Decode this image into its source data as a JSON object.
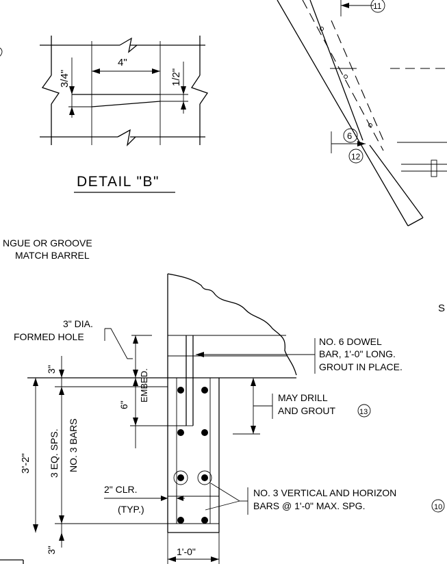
{
  "detail_b": {
    "title": "DETAIL \"B\"",
    "dim_top": "4\"",
    "dim_left": "3/4\"",
    "dim_right": "1/2\""
  },
  "notes": {
    "tongue_line1": "NGUE OR GROOVE",
    "tongue_line2": "MATCH BARREL",
    "formed_hole_line1": "3\" DIA.",
    "formed_hole_line2": "FORMED HOLE",
    "dowel_line1": "NO. 6 DOWEL",
    "dowel_line2": "BAR,  1'-0\" LONG.",
    "dowel_line3": "GROUT IN PLACE.",
    "drill_line1": "MAY DRILL",
    "drill_line2": "AND GROUT",
    "bars_line1": "NO. 3 VERTICAL AND HORIZON",
    "bars_line2": "BARS @ 1'-0\" MAX.  SPG.",
    "clr_line1": "2\"  CLR.",
    "clr_line2": "(TYP.)",
    "partial_s": "S"
  },
  "dims": {
    "top_3": "3\"",
    "bottom_3": "3\"",
    "overall": "3'-2\"",
    "spaces": "3 EQ. SPS.",
    "bars": "NO. 3 BARS",
    "embed_6": "6\"",
    "embed": "EMBED.",
    "width": "1'-0\""
  },
  "callouts": {
    "c11": "11",
    "c6": "6",
    "c12": "12",
    "c13": "13",
    "c10": "10"
  }
}
